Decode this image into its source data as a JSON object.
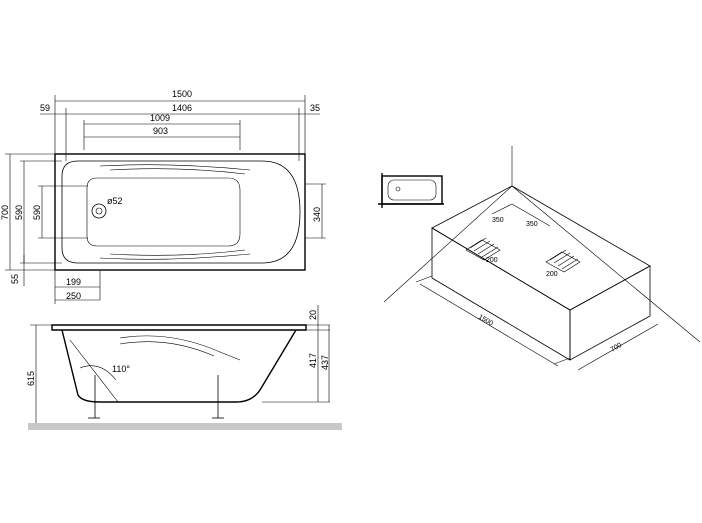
{
  "plan_view": {
    "dims_top": {
      "overall": "1500",
      "inner": "1406",
      "left_offset": "59",
      "right_offset": "35",
      "mid": "1009",
      "short": "903"
    },
    "dims_left": {
      "height": "700",
      "inner": "590",
      "left_inner": "590",
      "bottom_offset": "55"
    },
    "dims_right": {
      "right": "340"
    },
    "dims_bottom": {
      "d1": "199",
      "d2": "250"
    },
    "drain": "ø52"
  },
  "side_view": {
    "dims_right": {
      "rim": "20",
      "depth": "417",
      "total": "437"
    },
    "dims_left": {
      "height": "615"
    },
    "angle": "110°"
  },
  "install_view": {
    "dims": {
      "length": "1500",
      "width": "700",
      "a": "350",
      "b": "350",
      "c": "200",
      "d": "200"
    }
  }
}
